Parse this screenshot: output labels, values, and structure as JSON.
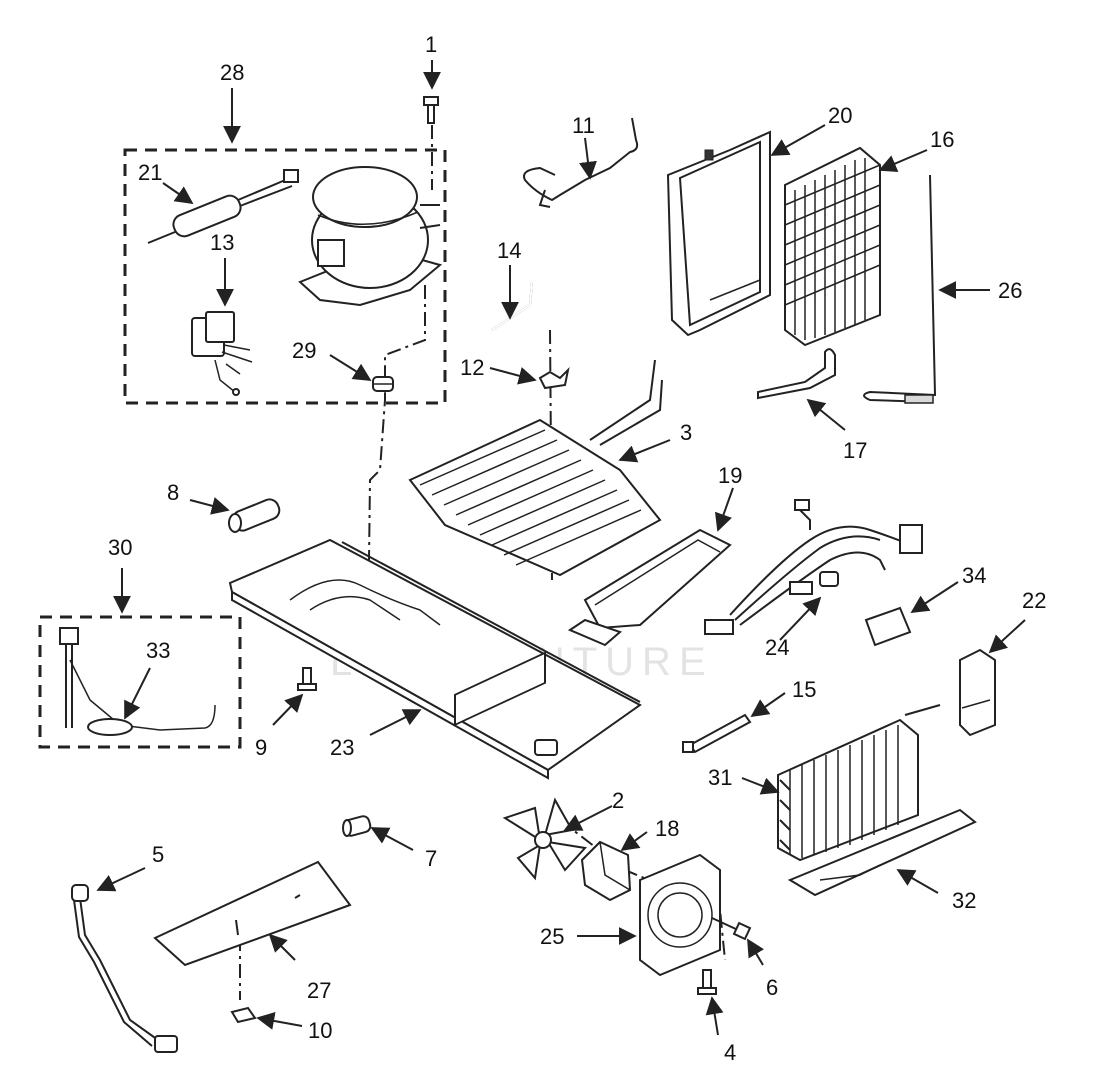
{
  "watermark": "LEADVENTURE",
  "callouts": [
    "1",
    "2",
    "3",
    "4",
    "5",
    "6",
    "7",
    "8",
    "9",
    "10",
    "11",
    "12",
    "13",
    "14",
    "15",
    "16",
    "17",
    "18",
    "19",
    "20",
    "21",
    "22",
    "23",
    "24",
    "25",
    "26",
    "27",
    "28",
    "29",
    "30",
    "31",
    "32",
    "33",
    "34"
  ],
  "colors": {
    "line": "#222222",
    "background": "#ffffff",
    "watermark": "#e3e3e3"
  }
}
